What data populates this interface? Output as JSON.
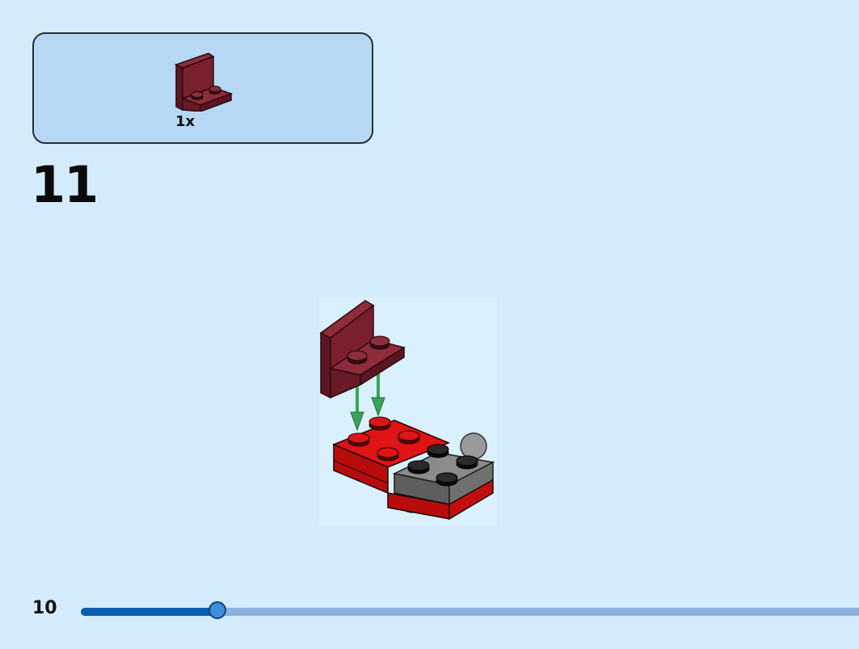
{
  "parts_callout": {
    "part_icon": "dark-red-bracket-brick-icon",
    "quantity": "1x"
  },
  "step": {
    "number": "11"
  },
  "illustration": {
    "icon": "assembly-step-illustration",
    "arrow_color": "#3aa55a",
    "bracket_color": "#7a1f2e",
    "base_color": "#d70f0f",
    "plate_color": "#8a8a8a"
  },
  "footer": {
    "page_number": "10",
    "progress_fraction": 0.176
  },
  "colors": {
    "page_background": "#d3ebfb",
    "callout_background": "#b6d8f5",
    "progress_fill": "#0a5fae",
    "progress_track": "#8ab0de"
  }
}
